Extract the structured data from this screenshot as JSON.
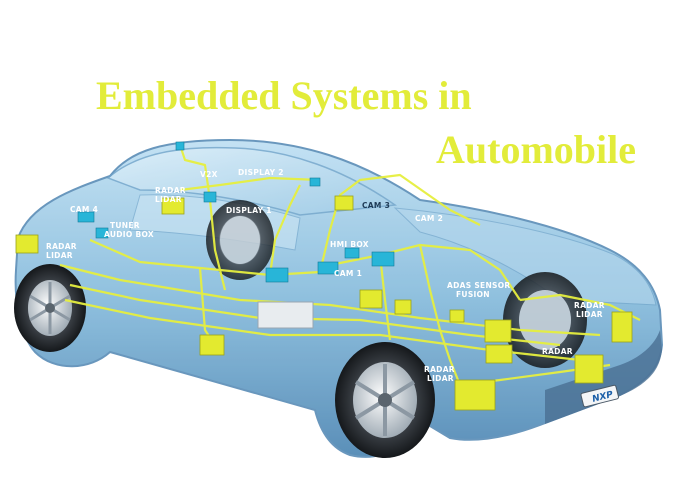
{
  "title": {
    "line1": "Embedded Systems in",
    "line2": "Automobile"
  },
  "colors": {
    "title": "#e2ec3a",
    "body": "#7fb4d8",
    "wiring": "#e6ef3f",
    "module": "#e3ea2f",
    "connector": "#28b5d8"
  },
  "labels": {
    "v2x": "V2X",
    "display2": "DISPLAY 2",
    "radar_lidar_top": [
      "RADAR",
      "LIDAR"
    ],
    "display1": "DISPLAY 1",
    "cam3": "CAM 3",
    "cam4": "CAM 4",
    "tuner": [
      "TUNER",
      "AUDIO BOX"
    ],
    "cam2": "CAM 2",
    "radar_lidar_left": [
      "RADAR",
      "LIDAR"
    ],
    "hmi_box": "HMI BOX",
    "cam1": "CAM 1",
    "adas": [
      "ADAS SENSOR",
      "FUSION"
    ],
    "radar_lidar_rear": [
      "RADAR",
      "LIDAR"
    ],
    "radar_rear": "RADAR",
    "radar_lidar_front": [
      "RADAR",
      "LIDAR"
    ],
    "plate": "NXP"
  }
}
